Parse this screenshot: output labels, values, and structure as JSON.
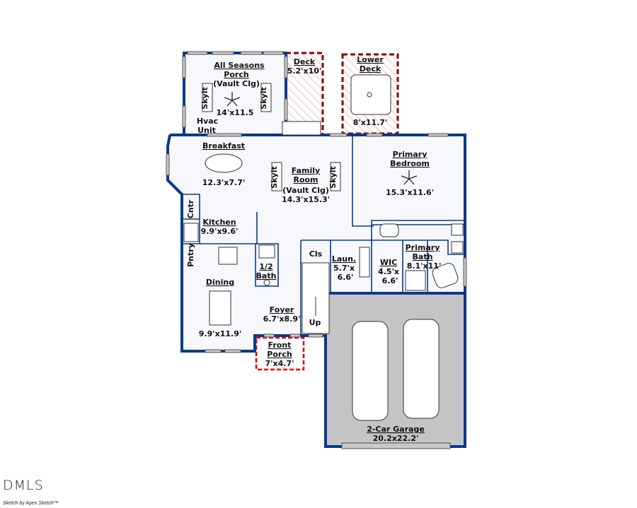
{
  "rooms": {
    "porch": {
      "name1": "All Seasons",
      "name2": "Porch",
      "note": "(Vault Clg)",
      "size": "14'x11.5"
    },
    "deck": {
      "name": "Deck",
      "size": "5.2'x10'"
    },
    "lower_deck": {
      "name1": "Lower",
      "name2": "Deck",
      "size": "8'x11.7'"
    },
    "hvac": {
      "line1": "Hvac",
      "line2": "Unit"
    },
    "breakfast": {
      "name": "Breakfast",
      "size": "12.3'x7.7'"
    },
    "family": {
      "name1": "Family",
      "name2": "Room",
      "note": "(Vault Clg)",
      "size": "14.3'x15.3'"
    },
    "primary_bedroom": {
      "name1": "Primary",
      "name2": "Bedroom",
      "size": "15.3'x11.6'"
    },
    "kitchen": {
      "name": "Kitchen",
      "size": "9.9'x9.6'"
    },
    "cntr": "Cntr",
    "pntry": "Pntry",
    "half_bath": {
      "name1": "1/2",
      "name2": "Bath"
    },
    "cls": "Cls",
    "laundry": {
      "name": "Laun.",
      "size1": "5.7'x",
      "size2": "6.6'"
    },
    "wic": {
      "name": "WIC",
      "size1": "4.5'x",
      "size2": "6.6'"
    },
    "primary_bath": {
      "name1": "Primary",
      "name2": "Bath",
      "size": "8.1'x11'"
    },
    "dining": {
      "name": "Dining",
      "size": "9.9'x11.9'"
    },
    "foyer": {
      "name": "Foyer",
      "size": "6.7'x8.9'"
    },
    "stairs": "Up",
    "front_porch": {
      "name1": "Front",
      "name2": "Porch",
      "size": "7'x4.7'"
    },
    "garage": {
      "name": "2-Car Garage",
      "size": "20.2x22.2'"
    },
    "skylight": "Skylt"
  },
  "colors": {
    "wall": "#0a3a8c",
    "deck_outline": "#8b0000",
    "front_porch_outline": "#e00000",
    "garage_fill": "#c4c4c4"
  },
  "footer": {
    "logo": "DMLS",
    "credit": "Sketch by Apex Sketch™"
  }
}
